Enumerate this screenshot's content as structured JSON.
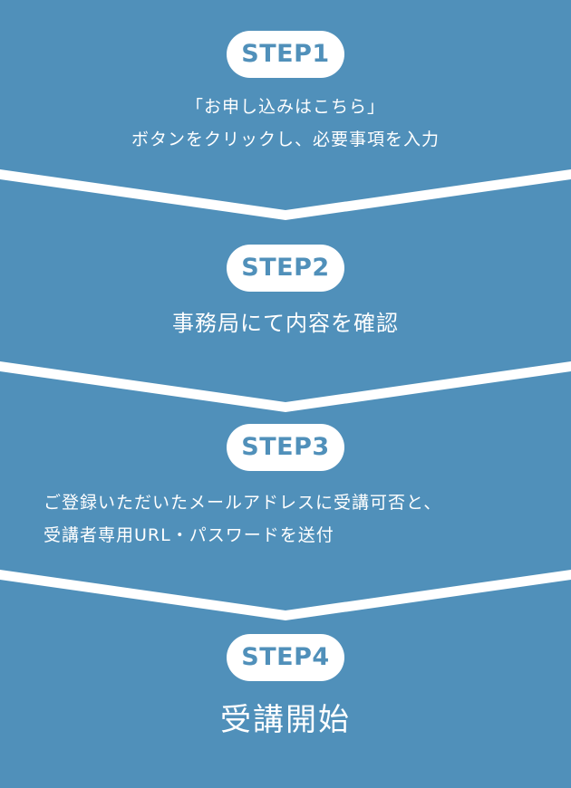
{
  "steps": [
    {
      "label": "STEP1",
      "lines": [
        "「お申し込みはこちら」",
        "ボタンをクリックし、必要事項を入力"
      ]
    },
    {
      "label": "STEP2",
      "lines": [
        "事務局にて内容を確認"
      ]
    },
    {
      "label": "STEP3",
      "lines": [
        "ご登録いただいたメールアドレスに受講可否と、",
        "受講者専用URL・パスワードを送付"
      ]
    },
    {
      "label": "STEP4",
      "lines": [
        "受講開始"
      ]
    }
  ],
  "colors": {
    "panel": "#5090ba",
    "badge_bg": "#ffffff",
    "badge_text": "#5090ba",
    "text": "#ffffff",
    "separator": "#ffffff"
  }
}
